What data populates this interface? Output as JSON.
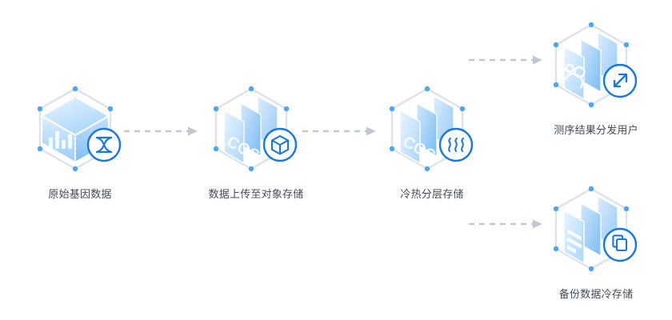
{
  "diagram": {
    "type": "flow-architecture",
    "background_color": "#ffffff",
    "accent_color": "#1677e8",
    "plate_color_light": "#cfe6fb",
    "plate_color_dark": "#7cbcf4",
    "wireframe_color": "#dfe3e8",
    "vertex_dot_color": "#4ea6f2",
    "connector_color": "#c3c8cf",
    "label_color": "#444b54"
  },
  "nodes": [
    {
      "id": "raw-data",
      "label": "原始基因数据",
      "shape": "isometric-cube",
      "face_glyph": "bar-chart-glyph",
      "badge_icon": "dna-helix-icon"
    },
    {
      "id": "upload-cos",
      "label": "数据上传至对象存储",
      "shape": "hexagon-plates",
      "face_glyph": "COS",
      "badge_icon": "cube-box-icon"
    },
    {
      "id": "tiered-store",
      "label": "冷热分层存储",
      "shape": "hexagon-plates",
      "face_glyph": "COS",
      "badge_icon": "heat-waves-icon"
    },
    {
      "id": "distribute",
      "label": "测序结果分发用户",
      "shape": "hexagon-plates",
      "face_glyph": "users-glyph",
      "badge_icon": "share-external-link-icon"
    },
    {
      "id": "cold-backup",
      "label": "备份数据冷存储",
      "shape": "hexagon-plates",
      "face_glyph": "document-lines-glyph",
      "badge_icon": "copy-duplicate-icon"
    }
  ],
  "connectors": [
    {
      "id": "conn-1",
      "from": "raw-data",
      "to": "upload-cos",
      "style": "dashed-arrow",
      "direction": "right"
    },
    {
      "id": "conn-2",
      "from": "upload-cos",
      "to": "tiered-store",
      "style": "dashed-arrow",
      "direction": "right"
    },
    {
      "id": "conn-3",
      "from": "tiered-store",
      "to": "distribute",
      "style": "dashed-arrow",
      "direction": "right"
    },
    {
      "id": "conn-4",
      "from": "tiered-store",
      "to": "cold-backup",
      "style": "dashed-arrow",
      "direction": "right"
    }
  ]
}
